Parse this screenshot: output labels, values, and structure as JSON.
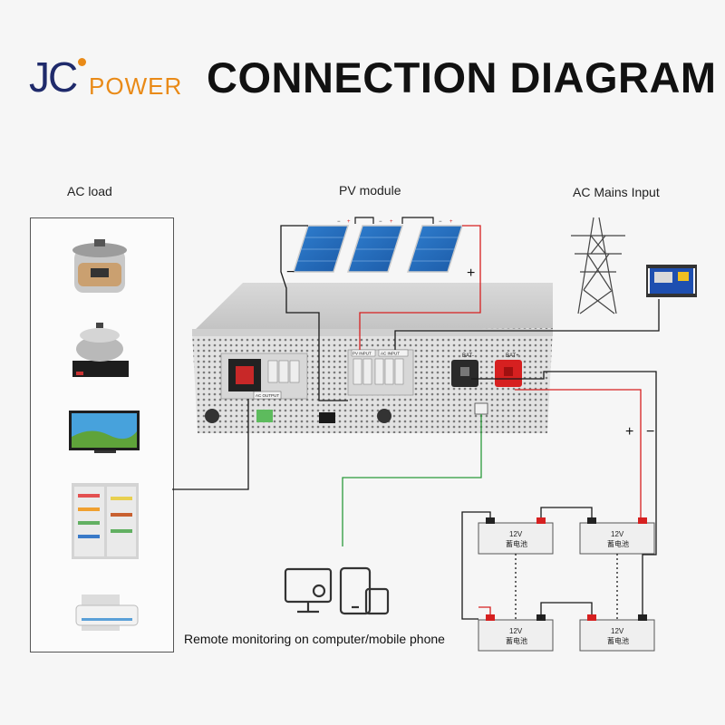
{
  "header": {
    "logo_jc": "JC",
    "logo_power": "POWER",
    "title": "CONNECTION DIAGRAM"
  },
  "labels": {
    "ac_load": "AC load",
    "pv_module": "PV module",
    "ac_mains": "AC Mains Input",
    "remote": "Remote monitoring on computer/mobile phone"
  },
  "signs": {
    "pv_minus": "−",
    "pv_plus": "+",
    "bat_plus": "+",
    "bat_minus": "−"
  },
  "inverter": {
    "bat_neg": "BAT-",
    "bat_pos": "BAT+",
    "pv_input": "PV INPUT",
    "ac_input": "AC INPUT",
    "ac_output": "AC OUTPUT"
  },
  "battery": {
    "voltage": "12V",
    "label": "蓄电池"
  },
  "colors": {
    "wire_black": "#1a1a1a",
    "wire_red": "#d62020",
    "wire_green": "#2a9a3a",
    "accent_orange": "#e98a17",
    "brand_blue": "#1f2a6b"
  }
}
